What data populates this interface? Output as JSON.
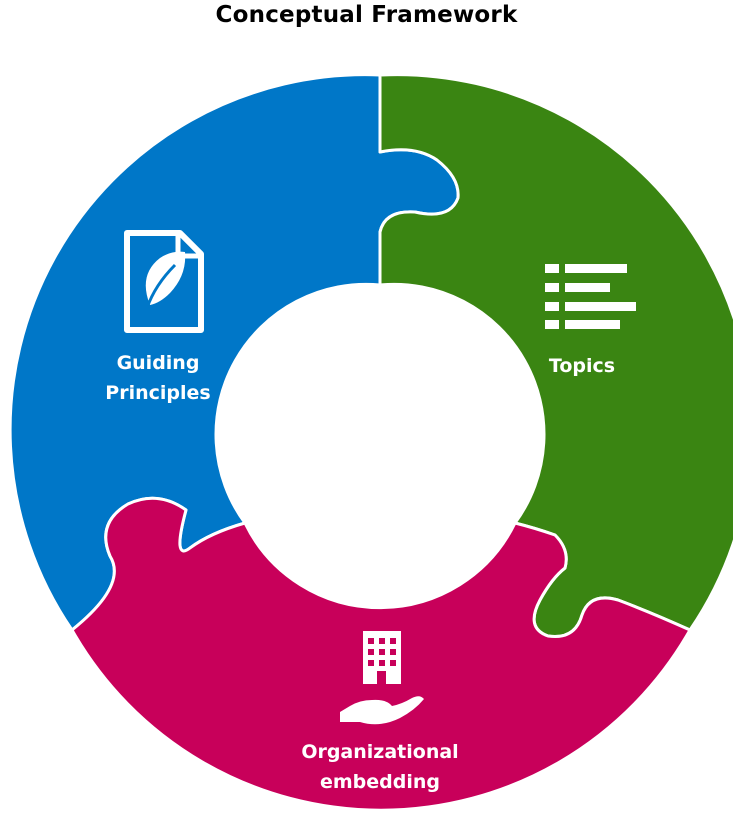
{
  "title": "Conceptual Framework",
  "segments": [
    {
      "id": "guiding",
      "label_lines": [
        "Guiding",
        "Principles"
      ],
      "color": "#0077C8",
      "icon": "document-leaf-icon"
    },
    {
      "id": "topics",
      "label_lines": [
        "Topics"
      ],
      "color": "#3A8512",
      "icon": "list-icon"
    },
    {
      "id": "organizational",
      "label_lines": [
        "Organizational",
        "embedding"
      ],
      "color": "#C8005A",
      "icon": "building-in-hand-icon"
    }
  ],
  "background_color": "#FFFFFF"
}
